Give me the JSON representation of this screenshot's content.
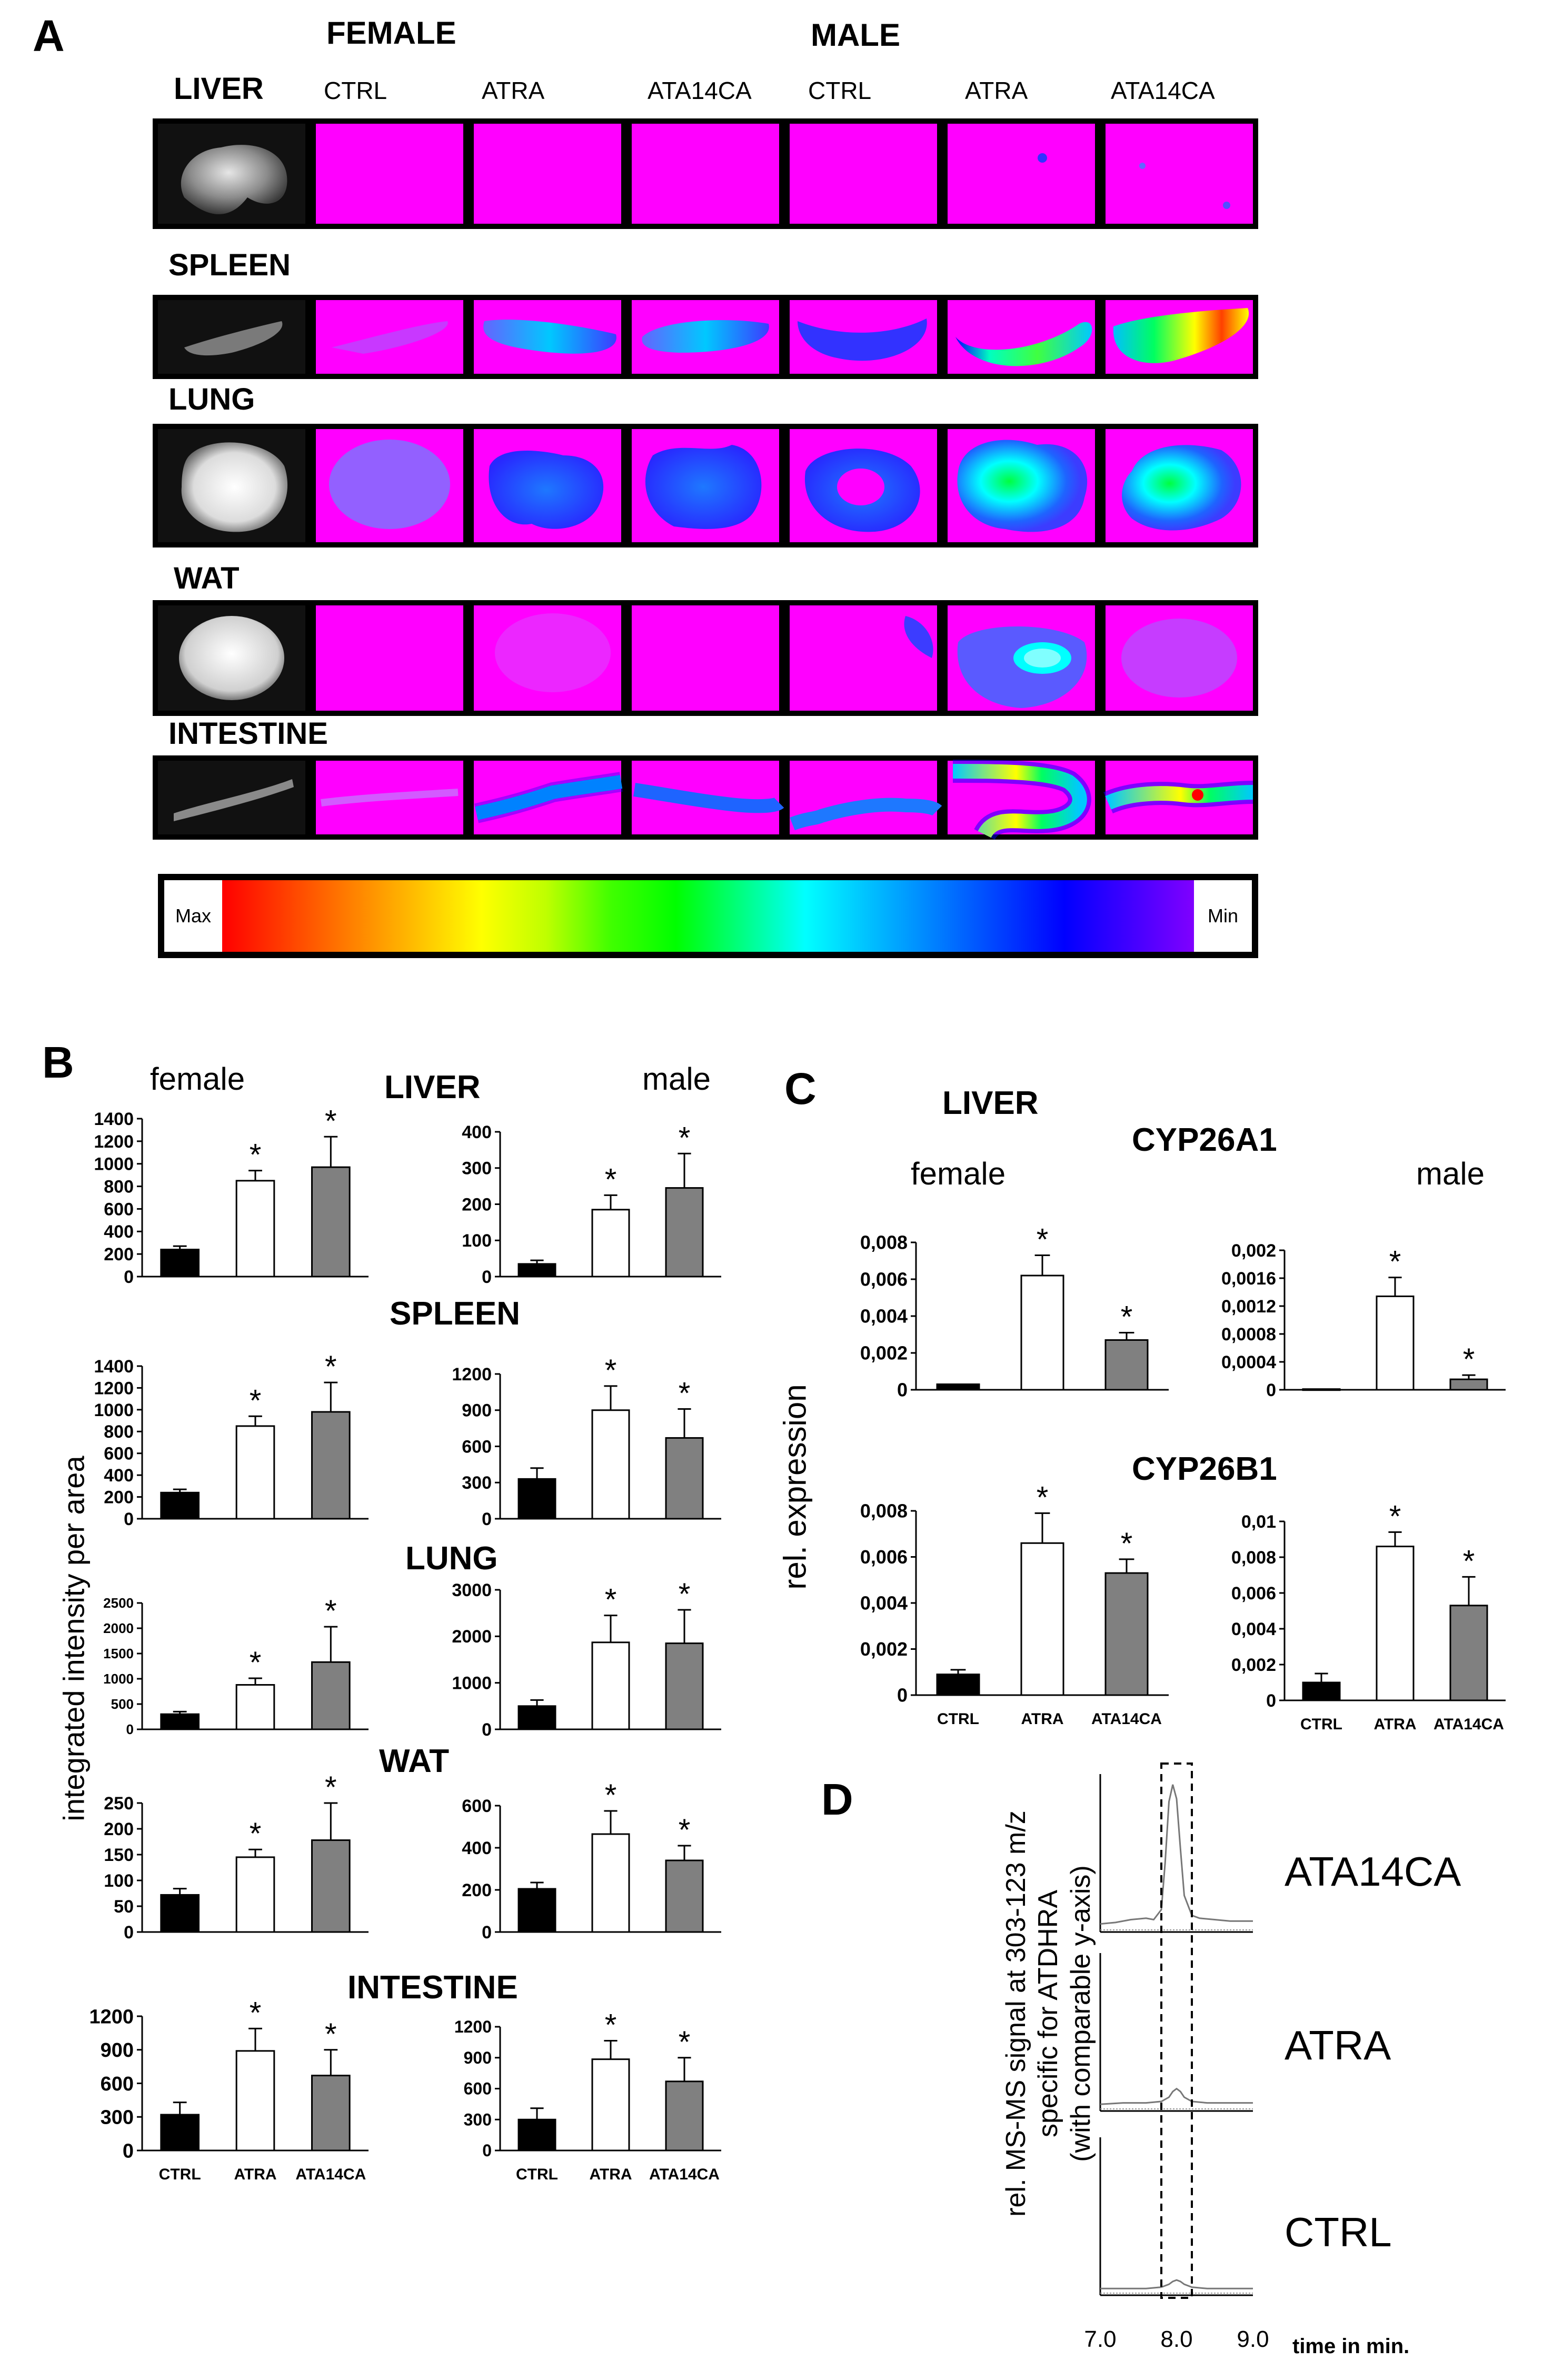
{
  "panel_a": {
    "letter": "A",
    "group_female": "FEMALE",
    "group_male": "MALE",
    "columns": [
      "CTRL",
      "ATRA",
      "ATA14CA",
      "CTRL",
      "ATRA",
      "ATA14CA"
    ],
    "organs": [
      "LIVER",
      "SPLEEN",
      "LUNG",
      "WAT",
      "INTESTINE"
    ],
    "colorbar": {
      "max_label": "Max",
      "min_label": "Min",
      "colors": [
        "#ff0000",
        "#ff4000",
        "#ff8000",
        "#ffbf00",
        "#ffff00",
        "#bfff00",
        "#40ff00",
        "#00ff00",
        "#00ff80",
        "#00ffff",
        "#00bfff",
        "#0080ff",
        "#0040ff",
        "#0000ff",
        "#4000ff",
        "#8000ff"
      ]
    },
    "palette": {
      "background": "#ff00ff",
      "low": "#3c3cff",
      "mid": "#00c8ff",
      "high": "#00ff40",
      "peak": "#ffff00",
      "hot": "#ff0000"
    }
  },
  "panel_b": {
    "letter": "B",
    "ylabel": "integrated intensity per area",
    "female_label": "female",
    "male_label": "male",
    "categories": [
      "CTRL",
      "ATRA",
      "ATA14CA"
    ]
  },
  "panel_c": {
    "letter": "C",
    "organ": "LIVER",
    "ylabel": "rel. expression",
    "female_label": "female",
    "male_label": "male",
    "categories": [
      "CTRL",
      "ATRA",
      "ATA14CA"
    ]
  },
  "panel_d": {
    "letter": "D",
    "ylabel_lines": [
      "rel. MS-MS signal at 303-123 m/z",
      "specific for ATDHRA",
      "(with comparable y-axis)"
    ],
    "traces": [
      "ATA14CA",
      "ATRA",
      "CTRL"
    ],
    "x_ticks": [
      "7.0",
      "8.0",
      "9.0"
    ],
    "x_label": "time in min."
  },
  "chart_data": [
    {
      "id": "b-liver-female",
      "panel": "B",
      "title": "LIVER",
      "type": "bar",
      "categories": [
        "CTRL",
        "ATRA",
        "ATA14CA"
      ],
      "values": [
        240,
        850,
        970
      ],
      "errors": [
        30,
        90,
        270
      ],
      "sig": [
        false,
        true,
        true
      ],
      "ylim": [
        0,
        1400
      ],
      "yticks": [
        "0",
        "200",
        "400",
        "600",
        "800",
        "1000",
        "1200",
        "1400"
      ]
    },
    {
      "id": "b-liver-male",
      "panel": "B",
      "type": "bar",
      "categories": [
        "CTRL",
        "ATRA",
        "ATA14CA"
      ],
      "values": [
        35,
        185,
        245
      ],
      "errors": [
        10,
        40,
        95
      ],
      "sig": [
        false,
        true,
        true
      ],
      "ylim": [
        0,
        400
      ],
      "yticks": [
        "0",
        "100",
        "200",
        "300",
        "400"
      ]
    },
    {
      "id": "b-spleen-female",
      "panel": "B",
      "title": "SPLEEN",
      "type": "bar",
      "categories": [
        "CTRL",
        "ATRA",
        "ATA14CA"
      ],
      "values": [
        240,
        850,
        980
      ],
      "errors": [
        30,
        90,
        270
      ],
      "sig": [
        false,
        true,
        true
      ],
      "ylim": [
        0,
        1400
      ],
      "yticks": [
        "0",
        "200",
        "400",
        "600",
        "800",
        "1000",
        "1200",
        "1400"
      ]
    },
    {
      "id": "b-spleen-male",
      "panel": "B",
      "type": "bar",
      "categories": [
        "CTRL",
        "ATRA",
        "ATA14CA"
      ],
      "values": [
        330,
        900,
        670
      ],
      "errors": [
        90,
        200,
        240
      ],
      "sig": [
        false,
        true,
        true
      ],
      "ylim": [
        0,
        1200
      ],
      "yticks": [
        "0",
        "300",
        "600",
        "900",
        "1200"
      ]
    },
    {
      "id": "b-lung-female",
      "panel": "B",
      "title": "LUNG",
      "type": "bar",
      "categories": [
        "CTRL",
        "ATRA",
        "ATA14CA"
      ],
      "values": [
        300,
        880,
        1330
      ],
      "errors": [
        50,
        130,
        700
      ],
      "sig": [
        false,
        true,
        true
      ],
      "ylim": [
        0,
        2500
      ],
      "yticks": [
        "0",
        "500",
        "1000",
        "1500",
        "2000",
        "2500"
      ]
    },
    {
      "id": "b-lung-male",
      "panel": "B",
      "type": "bar",
      "categories": [
        "CTRL",
        "ATRA",
        "ATA14CA"
      ],
      "values": [
        500,
        1870,
        1850
      ],
      "errors": [
        130,
        580,
        720
      ],
      "sig": [
        false,
        true,
        true
      ],
      "ylim": [
        0,
        3000
      ],
      "yticks": [
        "0",
        "1000",
        "2000",
        "3000"
      ]
    },
    {
      "id": "b-wat-female",
      "panel": "B",
      "title": "WAT",
      "type": "bar",
      "categories": [
        "CTRL",
        "ATRA",
        "ATA14CA"
      ],
      "values": [
        72,
        145,
        178
      ],
      "errors": [
        12,
        15,
        72
      ],
      "sig": [
        false,
        true,
        true
      ],
      "ylim": [
        0,
        250
      ],
      "yticks": [
        "0",
        "50",
        "100",
        "150",
        "200",
        "250"
      ]
    },
    {
      "id": "b-wat-male",
      "panel": "B",
      "type": "bar",
      "categories": [
        "CTRL",
        "ATRA",
        "ATA14CA"
      ],
      "values": [
        205,
        465,
        340
      ],
      "errors": [
        30,
        110,
        70
      ],
      "sig": [
        false,
        true,
        true
      ],
      "ylim": [
        0,
        600
      ],
      "yticks": [
        "0",
        "200",
        "400",
        "600"
      ]
    },
    {
      "id": "b-intestine-female",
      "panel": "B",
      "title": "INTESTINE",
      "type": "bar",
      "categories": [
        "CTRL",
        "ATRA",
        "ATA14CA"
      ],
      "values": [
        320,
        890,
        670
      ],
      "errors": [
        110,
        200,
        230
      ],
      "sig": [
        false,
        true,
        true
      ],
      "ylim": [
        0,
        1200
      ],
      "yticks": [
        "0",
        "300",
        "600",
        "900",
        "1200"
      ]
    },
    {
      "id": "b-intestine-male",
      "panel": "B",
      "type": "bar",
      "categories": [
        "CTRL",
        "ATRA",
        "ATA14CA"
      ],
      "values": [
        300,
        885,
        670
      ],
      "errors": [
        110,
        180,
        230
      ],
      "sig": [
        false,
        true,
        true
      ],
      "ylim": [
        0,
        1200
      ],
      "yticks": [
        "0",
        "300",
        "600",
        "900",
        "1200"
      ]
    },
    {
      "id": "c-cyp26a1-female",
      "panel": "C",
      "title": "CYP26A1",
      "type": "bar",
      "categories": [
        "CTRL",
        "ATRA",
        "ATA14CA"
      ],
      "values": [
        0.0003,
        0.0062,
        0.0027
      ],
      "errors": [
        0,
        0.0011,
        0.0004
      ],
      "sig": [
        false,
        true,
        true
      ],
      "ylim": [
        0,
        0.008
      ],
      "yticks": [
        "0",
        "0,002",
        "0,004",
        "0,006",
        "0,008"
      ]
    },
    {
      "id": "c-cyp26a1-male",
      "panel": "C",
      "type": "bar",
      "categories": [
        "CTRL",
        "ATRA",
        "ATA14CA"
      ],
      "values": [
        1e-05,
        0.00134,
        0.00015
      ],
      "errors": [
        0,
        0.00027,
        6e-05
      ],
      "sig": [
        false,
        true,
        true
      ],
      "ylim": [
        0,
        0.002
      ],
      "yticks": [
        "0",
        "0,0004",
        "0,0008",
        "0,0012",
        "0,0016",
        "0,002"
      ]
    },
    {
      "id": "c-cyp26b1-female",
      "panel": "C",
      "title": "CYP26B1",
      "type": "bar",
      "categories": [
        "CTRL",
        "ATRA",
        "ATA14CA"
      ],
      "values": [
        0.0009,
        0.0066,
        0.0053
      ],
      "errors": [
        0.0002,
        0.0013,
        0.0006
      ],
      "sig": [
        false,
        true,
        true
      ],
      "ylim": [
        0,
        0.008
      ],
      "yticks": [
        "0",
        "0,002",
        "0,004",
        "0,006",
        "0,008"
      ]
    },
    {
      "id": "c-cyp26b1-male",
      "panel": "C",
      "type": "bar",
      "categories": [
        "CTRL",
        "ATRA",
        "ATA14CA"
      ],
      "values": [
        0.001,
        0.0086,
        0.0053
      ],
      "errors": [
        0.0005,
        0.0008,
        0.0016
      ],
      "sig": [
        false,
        true,
        true
      ],
      "ylim": [
        0,
        0.01
      ],
      "yticks": [
        "0",
        "0,002",
        "0,004",
        "0,006",
        "0,008",
        "0,01"
      ]
    },
    {
      "id": "d-chromatogram",
      "panel": "D",
      "type": "line",
      "x_range": [
        7,
        9
      ],
      "x_ticks": [
        "7.0",
        "8.0",
        "9.0"
      ],
      "x_label": "time in min.",
      "highlight_window": [
        7.8,
        8.2
      ],
      "series": [
        {
          "name": "ATA14CA",
          "x": [
            7.0,
            7.2,
            7.4,
            7.6,
            7.7,
            7.8,
            7.85,
            7.9,
            7.95,
            8.0,
            8.05,
            8.1,
            8.2,
            8.3,
            8.5,
            8.7,
            9.0
          ],
          "y": [
            0.02,
            0.03,
            0.05,
            0.06,
            0.05,
            0.12,
            0.45,
            0.88,
            1.0,
            0.9,
            0.55,
            0.22,
            0.08,
            0.06,
            0.05,
            0.04,
            0.04
          ]
        },
        {
          "name": "ATRA",
          "x": [
            7.0,
            7.3,
            7.6,
            7.8,
            7.9,
            7.95,
            8.0,
            8.05,
            8.1,
            8.2,
            8.4,
            8.7,
            9.0
          ],
          "y": [
            0.01,
            0.02,
            0.02,
            0.03,
            0.06,
            0.1,
            0.12,
            0.1,
            0.06,
            0.03,
            0.02,
            0.02,
            0.02
          ]
        },
        {
          "name": "CTRL",
          "x": [
            7.0,
            7.3,
            7.6,
            7.8,
            7.9,
            7.95,
            8.0,
            8.05,
            8.1,
            8.2,
            8.4,
            8.7,
            9.0
          ],
          "y": [
            0.01,
            0.01,
            0.01,
            0.02,
            0.04,
            0.06,
            0.07,
            0.06,
            0.04,
            0.02,
            0.01,
            0.01,
            0.01
          ]
        }
      ]
    }
  ]
}
